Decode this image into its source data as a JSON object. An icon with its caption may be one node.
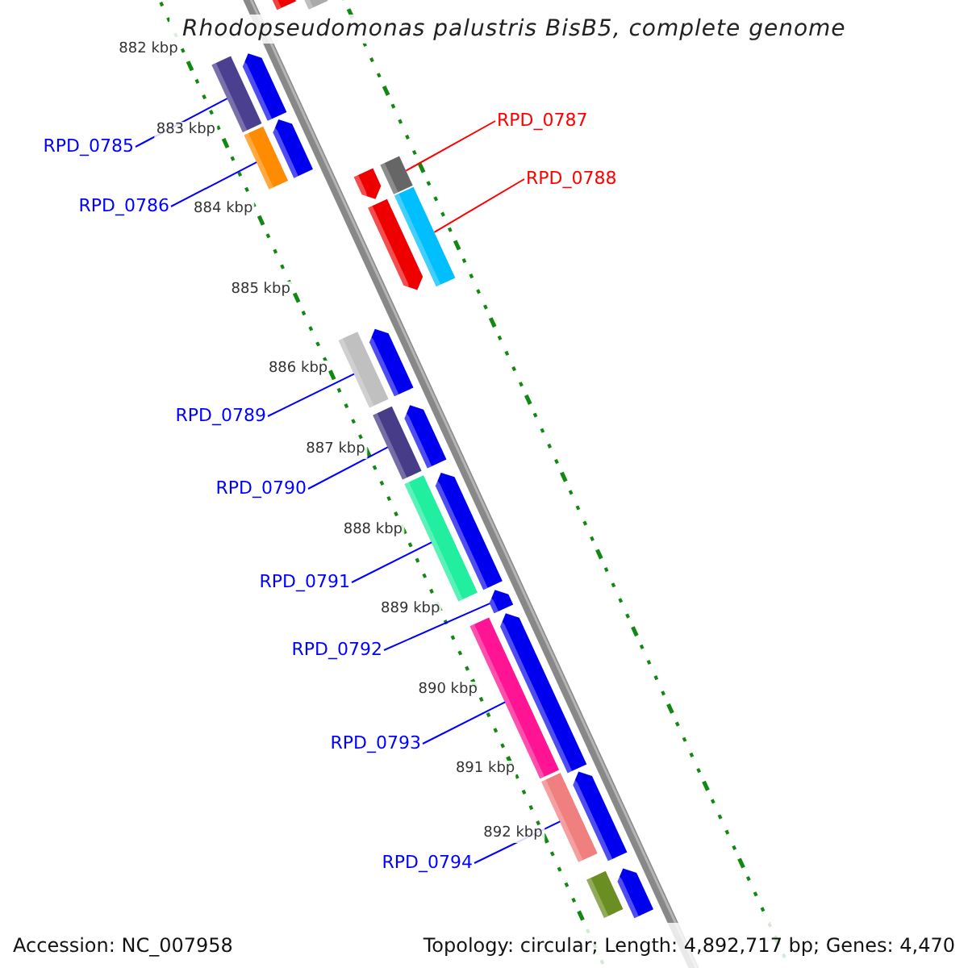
{
  "diagram": {
    "title": "Rhodopseudomonas palustris BisB5, complete genome",
    "nodes": [
      {
        "text": [
          "RPD_0785"
        ]
      },
      {
        "text": [
          "RPD_0786"
        ]
      },
      {
        "text": [
          "RPD_0787"
        ]
      },
      {
        "text": [
          "RPD_0788"
        ]
      },
      {
        "text": [
          "RPD_0789"
        ]
      },
      {
        "text": [
          "RPD_0790"
        ]
      },
      {
        "text": [
          "RPD_0791"
        ]
      },
      {
        "text": [
          "RPD_0792"
        ]
      },
      {
        "text": [
          "RPD_0793"
        ]
      },
      {
        "text": [
          "RPD_0794"
        ]
      },
      {
        "text": [],
        "shape": "bar"
      },
      {
        "text": [],
        "shape": "bar"
      },
      {
        "text": [],
        "shape": "bar"
      },
      {
        "text": [],
        "shape": "pentagon"
      },
      {
        "text": [],
        "shape": "bar"
      },
      {
        "text": [],
        "shape": "pentagon"
      },
      {
        "text": [],
        "shape": "bar"
      },
      {
        "text": [],
        "shape": "pentagon"
      },
      {
        "text": [],
        "shape": "pentagon"
      },
      {
        "text": [],
        "shape": "bar"
      },
      {
        "text": [],
        "shape": "bar"
      },
      {
        "text": [],
        "shape": "pentagon"
      },
      {
        "text": [],
        "shape": "bar"
      },
      {
        "text": [],
        "shape": "pentagon"
      },
      {
        "text": [],
        "shape": "bar"
      },
      {
        "text": [],
        "shape": "pentagon"
      },
      {
        "text": [],
        "shape": "pentagon"
      },
      {
        "text": [],
        "shape": "bar"
      },
      {
        "text": [],
        "shape": "pentagon"
      },
      {
        "text": [],
        "shape": "bar"
      },
      {
        "text": [],
        "shape": "pentagon"
      },
      {
        "text": [],
        "shape": "bar"
      },
      {
        "text": [],
        "shape": "pentagon"
      }
    ],
    "edges": [
      {
        "from": 0,
        "to": 12,
        "arrow": "none"
      },
      {
        "from": 1,
        "to": 14,
        "arrow": "none"
      },
      {
        "from": 2,
        "to": 16,
        "arrow": "none",
        "color": "#ff0000"
      },
      {
        "from": 3,
        "to": 19,
        "arrow": "none",
        "color": "#ff0000"
      },
      {
        "from": 4,
        "to": 20,
        "arrow": "none"
      },
      {
        "from": 5,
        "to": 22,
        "arrow": "none"
      },
      {
        "from": 6,
        "to": 24,
        "arrow": "none"
      },
      {
        "from": 7,
        "to": 26,
        "arrow": "none"
      },
      {
        "from": 8,
        "to": 27,
        "arrow": "none"
      },
      {
        "from": 9,
        "to": 29,
        "arrow": "none"
      }
    ],
    "labels": [
      "882 kbp",
      "883 kbp",
      "884 kbp",
      "885 kbp",
      "886 kbp",
      "887 kbp",
      "888 kbp",
      "889 kbp",
      "890 kbp",
      "891 kbp",
      "892 kbp",
      "Accession: NC_007958",
      "Topology: circular; Length: 4,892,717 bp; Genes: 4,470"
    ]
  }
}
